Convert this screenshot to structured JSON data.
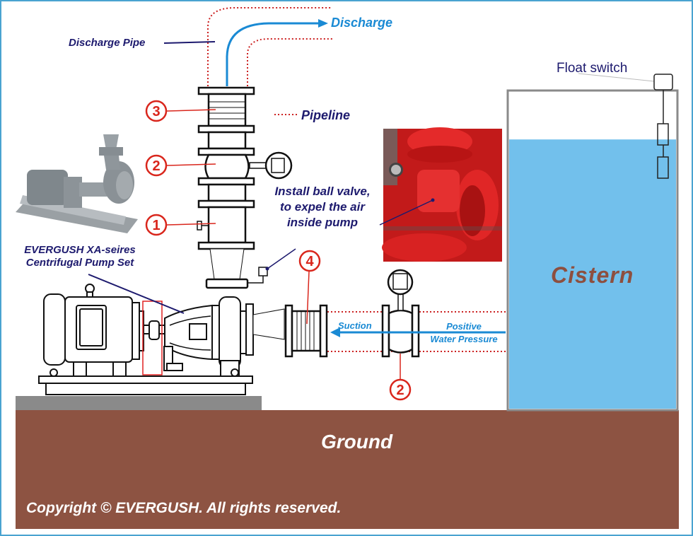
{
  "diagram": {
    "labels": {
      "discharge": "Discharge",
      "discharge_pipe": "Discharge Pipe",
      "pipeline": "Pipeline",
      "float_switch": "Float switch",
      "ball_valve_line1": "Install ball valve,",
      "ball_valve_line2": "to expel the air",
      "ball_valve_line3": "inside pump",
      "pump_set_line1": "EVERGUSH XA-seires",
      "pump_set_line2": "Centrifugal Pump Set",
      "suction": "Suction",
      "positive_line1": "Positive",
      "positive_line2": "Water Pressure",
      "cistern": "Cistern",
      "ground": "Ground",
      "copyright": "Copyright © EVERGUSH. All rights reserved."
    },
    "markers": {
      "m3_top": "3",
      "m2_top": "2",
      "m1": "1",
      "m4": "4",
      "m2_bottom": "2"
    },
    "colors": {
      "border": "#4aa3d0",
      "water": "#72c0ec",
      "ground": "#8d5342",
      "base_slab": "#8a8a8a",
      "marker_red": "#d9261c",
      "pipeline_dotted": "#cc2222",
      "flow_blue": "#1a8ad4",
      "label_navy": "#1d1a6e"
    },
    "water_level_fraction": 0.85
  }
}
